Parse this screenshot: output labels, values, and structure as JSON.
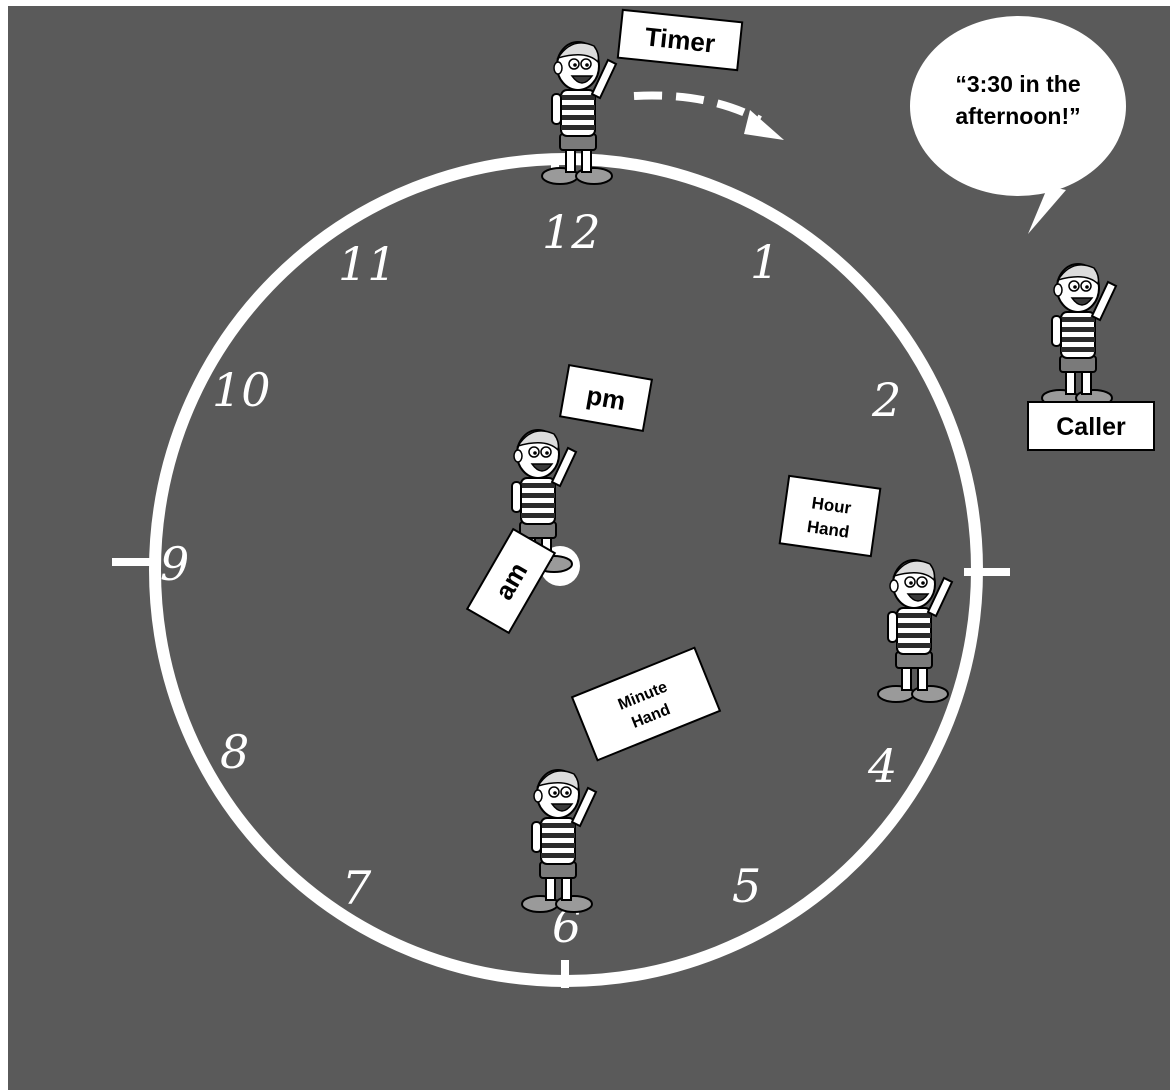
{
  "clock": {
    "numerals": [
      "12",
      "1",
      "2",
      "4",
      "5",
      "6",
      "7",
      "8",
      "9",
      "10",
      "11"
    ]
  },
  "roles": {
    "timer": "Timer",
    "caller": "Caller",
    "pm": "pm",
    "am": "am",
    "hour_hand_line1": "Hour",
    "hour_hand_line2": "Hand",
    "minute_hand_line1": "Minute",
    "minute_hand_line2": "Hand"
  },
  "speech": {
    "line1": "“3:30 in the",
    "line2": "afternoon!”"
  },
  "colors": {
    "background": "#5a5a5a",
    "chalk": "#ffffff",
    "shirt_stripe": "#2a2a2a",
    "shorts": "#7a7a7a",
    "shoes": "#9a9a9a"
  }
}
